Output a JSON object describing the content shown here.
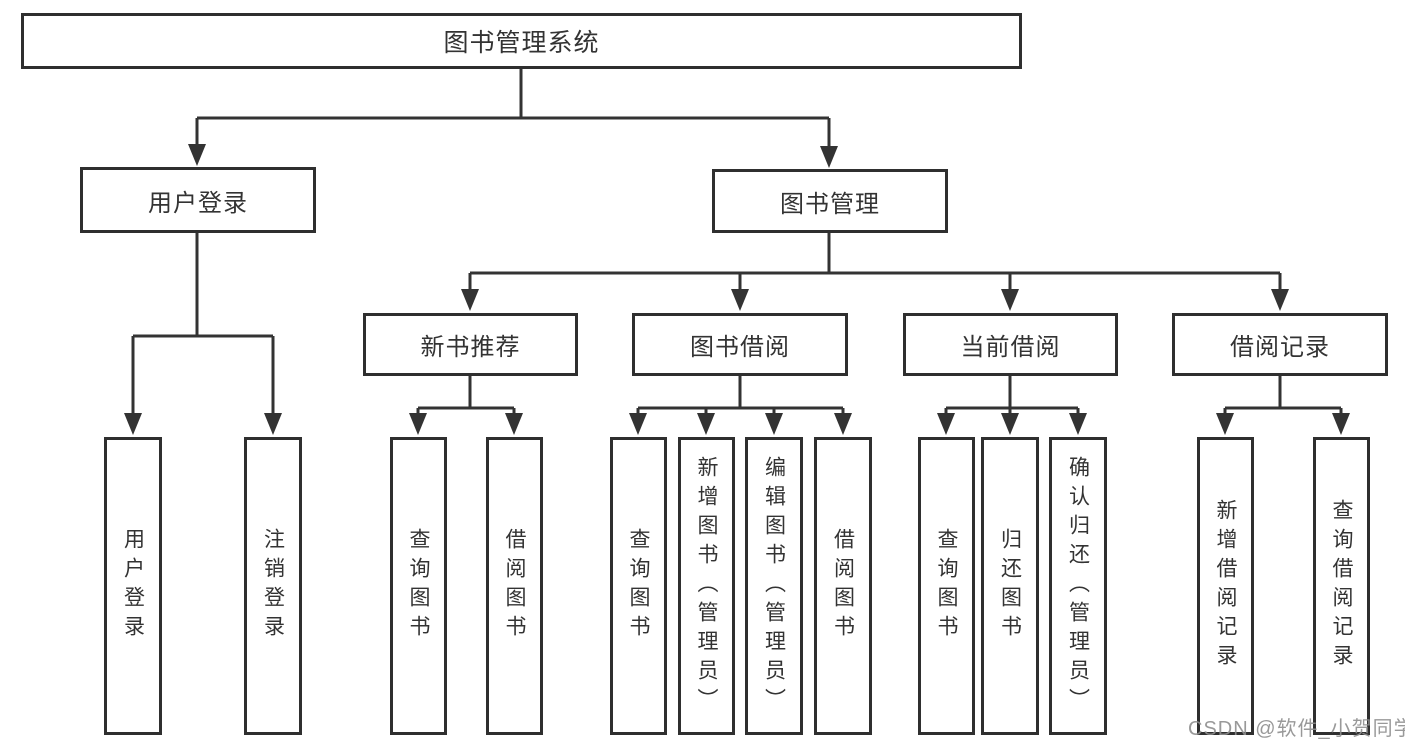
{
  "diagram": {
    "root": {
      "label": "图书管理系统"
    },
    "level2": [
      {
        "label": "用户登录"
      },
      {
        "label": "图书管理"
      }
    ],
    "level3": [
      {
        "label": "新书推荐",
        "parent": "图书管理"
      },
      {
        "label": "图书借阅",
        "parent": "图书管理"
      },
      {
        "label": "当前借阅",
        "parent": "图书管理"
      },
      {
        "label": "借阅记录",
        "parent": "图书管理"
      }
    ],
    "leaves": [
      {
        "label": "用户登录",
        "parent": "用户登录"
      },
      {
        "label": "注销登录",
        "parent": "用户登录"
      },
      {
        "label": "查询图书",
        "parent": "新书推荐"
      },
      {
        "label": "借阅图书",
        "parent": "新书推荐"
      },
      {
        "label": "查询图书",
        "parent": "图书借阅"
      },
      {
        "label": "新增图书（管理员）",
        "parent": "图书借阅"
      },
      {
        "label": "编辑图书（管理员）",
        "parent": "图书借阅"
      },
      {
        "label": "借阅图书",
        "parent": "图书借阅"
      },
      {
        "label": "查询图书",
        "parent": "当前借阅"
      },
      {
        "label": "归还图书",
        "parent": "当前借阅"
      },
      {
        "label": "确认归还（管理员）",
        "parent": "当前借阅"
      },
      {
        "label": "新增借阅记录",
        "parent": "借阅记录"
      },
      {
        "label": "查询借阅记录",
        "parent": "借阅记录"
      }
    ]
  },
  "watermark": {
    "text": "CSDN @软件_小贺同学"
  },
  "colors": {
    "line": "#333333",
    "box_border": "#2f2f2f",
    "text": "#333333",
    "watermark": "#8f8f8f",
    "background": "#ffffff"
  }
}
